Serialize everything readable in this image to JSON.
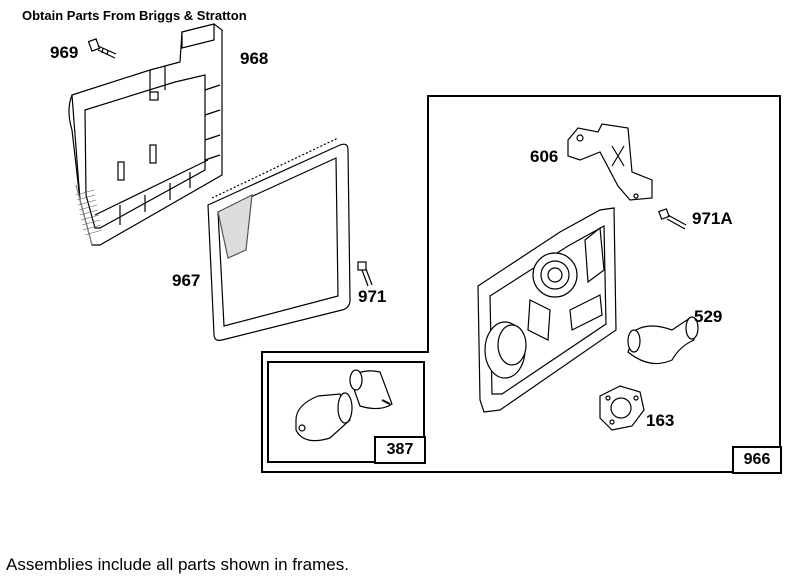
{
  "header": "Obtain Parts From Briggs & Stratton",
  "footer": "Assemblies include all parts shown in frames.",
  "parts": [
    {
      "id": "p969",
      "label": "969"
    },
    {
      "id": "p968",
      "label": "968"
    },
    {
      "id": "p967",
      "label": "967"
    },
    {
      "id": "p971",
      "label": "971"
    },
    {
      "id": "p606",
      "label": "606"
    },
    {
      "id": "p971a",
      "label": "971A"
    },
    {
      "id": "p529",
      "label": "529"
    },
    {
      "id": "p163",
      "label": "163"
    }
  ],
  "frames": {
    "inner": "387",
    "outer": "966"
  }
}
